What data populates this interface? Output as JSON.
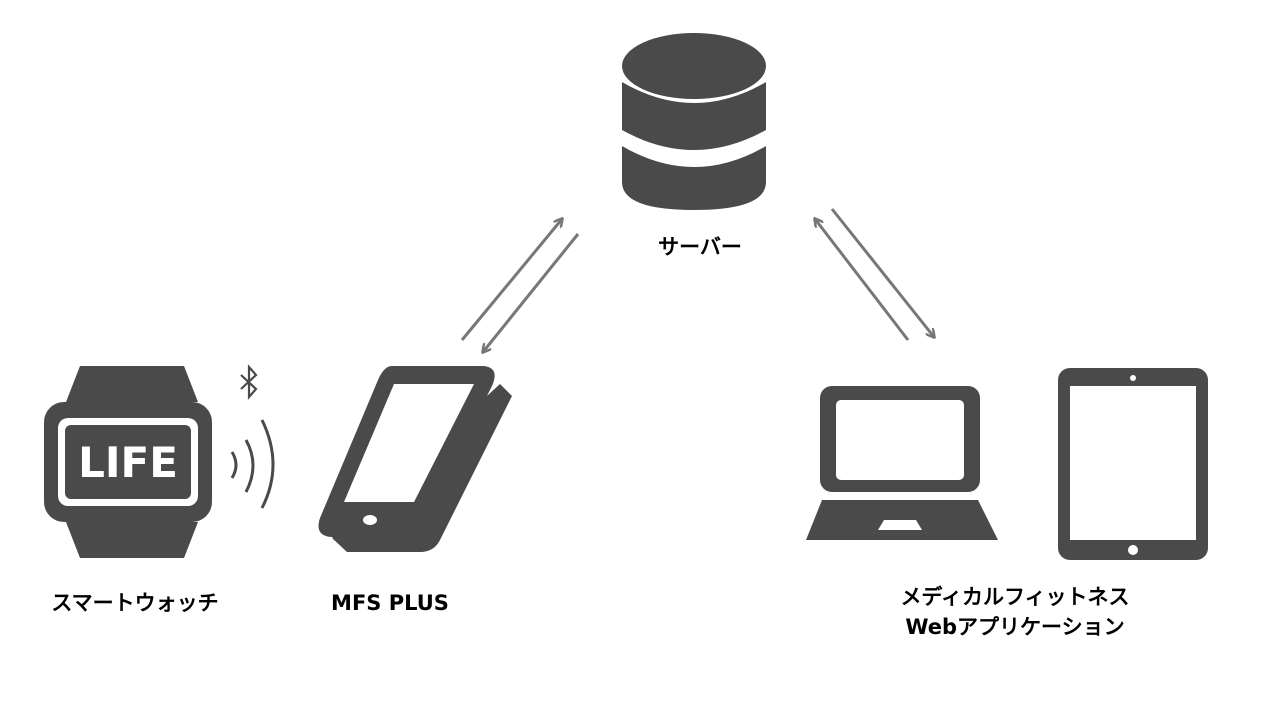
{
  "nodes": {
    "server": {
      "label": "サーバー",
      "icon": "database-icon"
    },
    "smartwatch": {
      "label": "スマートウォッチ",
      "icon": "smartwatch-icon",
      "screen_text": "LIFE"
    },
    "phone": {
      "label": "MFS PLUS",
      "icon": "smartphone-icon"
    },
    "webapp": {
      "label_line1": "メディカルフィットネス",
      "label_line2": "Webアプリケーション",
      "icons": [
        "laptop-icon",
        "tablet-icon"
      ]
    }
  },
  "connections": [
    {
      "from": "smartwatch",
      "to": "phone",
      "type": "bluetooth"
    },
    {
      "from": "phone",
      "to": "server",
      "type": "bidirectional"
    },
    {
      "from": "webapp",
      "to": "server",
      "type": "bidirectional"
    }
  ],
  "colors": {
    "icon": "#4a4a4a",
    "arrow": "#777777",
    "background": "#ffffff"
  }
}
